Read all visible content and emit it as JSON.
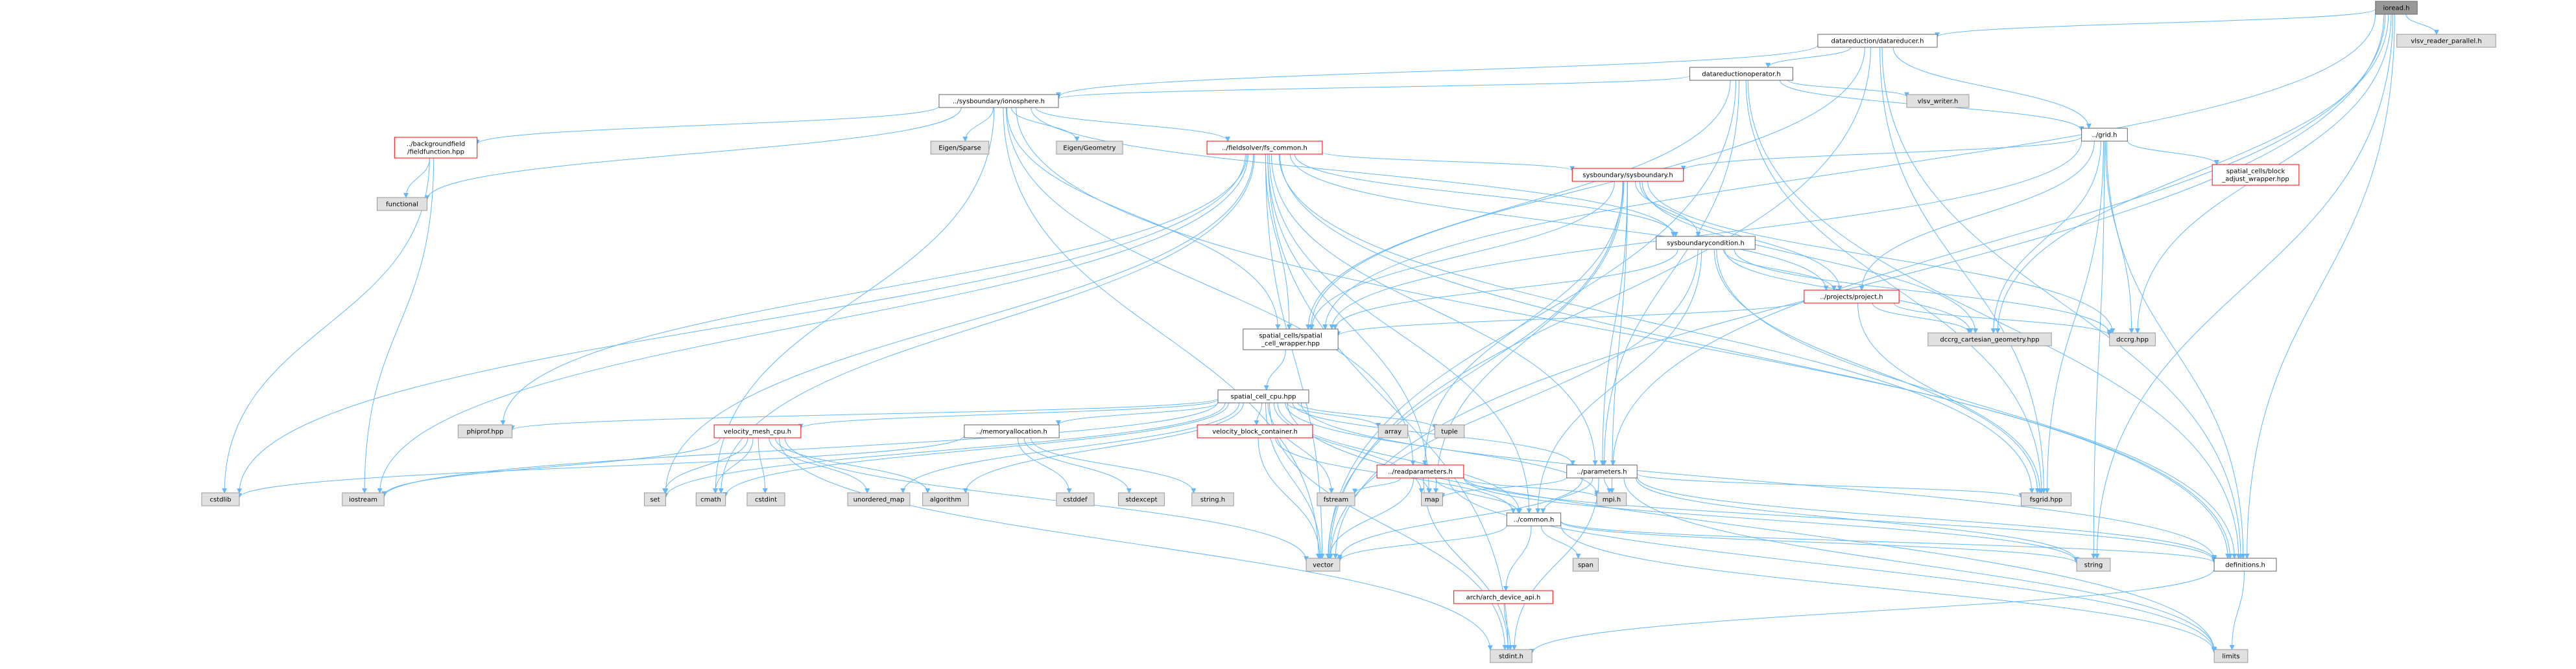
{
  "colors": {
    "root_fill": "#999999",
    "root_border": "#666666",
    "documented_fill": "#ffffff",
    "documented_border": "#666666",
    "external_fill": "#e0e0e0",
    "external_border": "#999999",
    "truncated_border": "#ff0000",
    "edge": "#63b8ff"
  },
  "nodes": [
    {
      "id": "ioread",
      "lines": [
        "ioread.h"
      ],
      "kind": "root"
    },
    {
      "id": "datareducer",
      "lines": [
        "datareduction/datareducer.h"
      ],
      "kind": "doc"
    },
    {
      "id": "vlsv_reader_parallel",
      "lines": [
        "vlsv_reader_parallel.h"
      ],
      "kind": "ext"
    },
    {
      "id": "datareductionoperator",
      "lines": [
        "datareductionoperator.h"
      ],
      "kind": "doc"
    },
    {
      "id": "ionosphere",
      "lines": [
        "../sysboundary/ionosphere.h"
      ],
      "kind": "doc"
    },
    {
      "id": "vlsv_writer",
      "lines": [
        "vlsv_writer.h"
      ],
      "kind": "ext"
    },
    {
      "id": "grid",
      "lines": [
        "../grid.h"
      ],
      "kind": "doc"
    },
    {
      "id": "backgroundfield",
      "lines": [
        "../backgroundfield",
        "/fieldfunction.hpp"
      ],
      "kind": "trunc"
    },
    {
      "id": "eigen_sparse",
      "lines": [
        "Eigen/Sparse"
      ],
      "kind": "ext"
    },
    {
      "id": "eigen_geometry",
      "lines": [
        "Eigen/Geometry"
      ],
      "kind": "ext"
    },
    {
      "id": "fs_common",
      "lines": [
        "../fieldsolver/fs_common.h"
      ],
      "kind": "trunc"
    },
    {
      "id": "functional",
      "lines": [
        "functional"
      ],
      "kind": "ext"
    },
    {
      "id": "block_adjust",
      "lines": [
        "spatial_cells/block",
        "_adjust_wrapper.hpp"
      ],
      "kind": "trunc"
    },
    {
      "id": "sysboundary",
      "lines": [
        "sysboundary/sysboundary.h"
      ],
      "kind": "trunc"
    },
    {
      "id": "sysboundarycondition",
      "lines": [
        "sysboundarycondition.h"
      ],
      "kind": "doc"
    },
    {
      "id": "project",
      "lines": [
        "../projects/project.h"
      ],
      "kind": "trunc"
    },
    {
      "id": "cell_wrapper",
      "lines": [
        "spatial_cells/spatial",
        "_cell_wrapper.hpp"
      ],
      "kind": "doc"
    },
    {
      "id": "cartesian",
      "lines": [
        "dccrg_cartesian_geometry.hpp"
      ],
      "kind": "ext"
    },
    {
      "id": "dccrg",
      "lines": [
        "dccrg.hpp"
      ],
      "kind": "ext"
    },
    {
      "id": "cell_cpu",
      "lines": [
        "spatial_cell_cpu.hpp"
      ],
      "kind": "doc"
    },
    {
      "id": "phiprof",
      "lines": [
        "phiprof.hpp"
      ],
      "kind": "ext"
    },
    {
      "id": "velocity_mesh",
      "lines": [
        "velocity_mesh_cpu.h"
      ],
      "kind": "trunc"
    },
    {
      "id": "memoryallocation",
      "lines": [
        "../memoryallocation.h"
      ],
      "kind": "doc"
    },
    {
      "id": "velocity_block",
      "lines": [
        "velocity_block_container.h"
      ],
      "kind": "trunc"
    },
    {
      "id": "array",
      "lines": [
        "array"
      ],
      "kind": "ext"
    },
    {
      "id": "tuple",
      "lines": [
        "tuple"
      ],
      "kind": "ext"
    },
    {
      "id": "readparameters",
      "lines": [
        "../readparameters.h"
      ],
      "kind": "trunc"
    },
    {
      "id": "parameters",
      "lines": [
        "../parameters.h"
      ],
      "kind": "doc"
    },
    {
      "id": "cstdlib",
      "lines": [
        "cstdlib"
      ],
      "kind": "ext"
    },
    {
      "id": "iostream",
      "lines": [
        "iostream"
      ],
      "kind": "ext"
    },
    {
      "id": "set",
      "lines": [
        "set"
      ],
      "kind": "ext"
    },
    {
      "id": "cmath",
      "lines": [
        "cmath"
      ],
      "kind": "ext"
    },
    {
      "id": "cstdint",
      "lines": [
        "cstdint"
      ],
      "kind": "ext"
    },
    {
      "id": "unordered_map",
      "lines": [
        "unordered_map"
      ],
      "kind": "ext"
    },
    {
      "id": "algorithm",
      "lines": [
        "algorithm"
      ],
      "kind": "ext"
    },
    {
      "id": "cstddef",
      "lines": [
        "cstddef"
      ],
      "kind": "ext"
    },
    {
      "id": "stdexcept",
      "lines": [
        "stdexcept"
      ],
      "kind": "ext"
    },
    {
      "id": "string_h",
      "lines": [
        "string.h"
      ],
      "kind": "ext"
    },
    {
      "id": "map",
      "lines": [
        "map"
      ],
      "kind": "ext"
    },
    {
      "id": "fstream",
      "lines": [
        "fstream"
      ],
      "kind": "ext"
    },
    {
      "id": "common",
      "lines": [
        "../common.h"
      ],
      "kind": "doc"
    },
    {
      "id": "mpi",
      "lines": [
        "mpi.h"
      ],
      "kind": "ext"
    },
    {
      "id": "fsgrid",
      "lines": [
        "fsgrid.hpp"
      ],
      "kind": "ext"
    },
    {
      "id": "vector",
      "lines": [
        "vector"
      ],
      "kind": "ext"
    },
    {
      "id": "span",
      "lines": [
        "span"
      ],
      "kind": "ext"
    },
    {
      "id": "string",
      "lines": [
        "string"
      ],
      "kind": "ext"
    },
    {
      "id": "definitions",
      "lines": [
        "definitions.h"
      ],
      "kind": "doc"
    },
    {
      "id": "arch_device_api",
      "lines": [
        "arch/arch_device_api.h"
      ],
      "kind": "trunc"
    },
    {
      "id": "stdint",
      "lines": [
        "stdint.h"
      ],
      "kind": "ext"
    },
    {
      "id": "limits",
      "lines": [
        "limits"
      ],
      "kind": "ext"
    }
  ],
  "edges": [
    [
      "ioread",
      "datareducer"
    ],
    [
      "ioread",
      "vlsv_reader_parallel"
    ],
    [
      "ioread",
      "cartesian"
    ],
    [
      "ioread",
      "dccrg"
    ],
    [
      "ioread",
      "cell_wrapper"
    ],
    [
      "ioread",
      "parameters"
    ],
    [
      "ioread",
      "definitions"
    ],
    [
      "ioread",
      "string"
    ],
    [
      "ioread",
      "vector"
    ],
    [
      "datareducer",
      "datareductionoperator"
    ],
    [
      "datareducer",
      "ionosphere"
    ],
    [
      "datareducer",
      "grid"
    ],
    [
      "datareducer",
      "cell_wrapper"
    ],
    [
      "datareducer",
      "fsgrid"
    ],
    [
      "datareducer",
      "definitions"
    ],
    [
      "datareducer",
      "vector"
    ],
    [
      "datareductionoperator",
      "ionosphere"
    ],
    [
      "datareductionoperator",
      "vlsv_writer"
    ],
    [
      "datareductionoperator",
      "grid"
    ],
    [
      "datareductionoperator",
      "cell_wrapper"
    ],
    [
      "datareductionoperator",
      "parameters"
    ],
    [
      "datareductionoperator",
      "fsgrid"
    ],
    [
      "datareductionoperator",
      "definitions"
    ],
    [
      "datareductionoperator",
      "vector"
    ],
    [
      "ionosphere",
      "backgroundfield"
    ],
    [
      "ionosphere",
      "eigen_sparse"
    ],
    [
      "ionosphere",
      "eigen_geometry"
    ],
    [
      "ionosphere",
      "fs_common"
    ],
    [
      "ionosphere",
      "functional"
    ],
    [
      "ionosphere",
      "sysboundarycondition"
    ],
    [
      "ionosphere",
      "cell_wrapper"
    ],
    [
      "ionosphere",
      "readparameters"
    ],
    [
      "ionosphere",
      "definitions"
    ],
    [
      "ionosphere",
      "vector"
    ],
    [
      "ionosphere",
      "cmath"
    ],
    [
      "backgroundfield",
      "functional"
    ],
    [
      "backgroundfield",
      "cstdlib"
    ],
    [
      "backgroundfield",
      "iostream"
    ],
    [
      "grid",
      "block_adjust"
    ],
    [
      "grid",
      "sysboundary"
    ],
    [
      "grid",
      "project"
    ],
    [
      "grid",
      "cell_wrapper"
    ],
    [
      "grid",
      "cartesian"
    ],
    [
      "grid",
      "dccrg"
    ],
    [
      "grid",
      "fsgrid"
    ],
    [
      "grid",
      "definitions"
    ],
    [
      "grid",
      "string"
    ],
    [
      "fs_common",
      "sysboundary"
    ],
    [
      "fs_common",
      "sysboundarycondition"
    ],
    [
      "fs_common",
      "project"
    ],
    [
      "fs_common",
      "cell_wrapper"
    ],
    [
      "fs_common",
      "common"
    ],
    [
      "fs_common",
      "parameters"
    ],
    [
      "fs_common",
      "phiprof"
    ],
    [
      "fs_common",
      "fsgrid"
    ],
    [
      "fs_common",
      "definitions"
    ],
    [
      "fs_common",
      "cstdlib"
    ],
    [
      "fs_common",
      "iostream"
    ],
    [
      "fs_common",
      "set"
    ],
    [
      "fs_common",
      "cmath"
    ],
    [
      "fs_common",
      "vector"
    ],
    [
      "fs_common",
      "stdint"
    ],
    [
      "fs_common",
      "map"
    ],
    [
      "sysboundary",
      "sysboundarycondition"
    ],
    [
      "sysboundary",
      "project"
    ],
    [
      "sysboundary",
      "cell_wrapper"
    ],
    [
      "sysboundary",
      "readparameters"
    ],
    [
      "sysboundary",
      "parameters"
    ],
    [
      "sysboundary",
      "cartesian"
    ],
    [
      "sysboundary",
      "dccrg"
    ],
    [
      "sysboundary",
      "map"
    ],
    [
      "sysboundary",
      "vector"
    ],
    [
      "sysboundary",
      "mpi"
    ],
    [
      "sysboundarycondition",
      "project"
    ],
    [
      "sysboundarycondition",
      "cell_wrapper"
    ],
    [
      "sysboundarycondition",
      "cartesian"
    ],
    [
      "sysboundarycondition",
      "dccrg"
    ],
    [
      "sysboundarycondition",
      "fsgrid"
    ],
    [
      "sysboundarycondition",
      "definitions"
    ],
    [
      "sysboundarycondition",
      "common"
    ],
    [
      "sysboundarycondition",
      "vector"
    ],
    [
      "project",
      "cell_wrapper"
    ],
    [
      "project",
      "cartesian"
    ],
    [
      "project",
      "dccrg"
    ],
    [
      "project",
      "fsgrid"
    ],
    [
      "cell_wrapper",
      "cell_cpu"
    ],
    [
      "cell_cpu",
      "phiprof"
    ],
    [
      "cell_cpu",
      "velocity_mesh"
    ],
    [
      "cell_cpu",
      "memoryallocation"
    ],
    [
      "cell_cpu",
      "velocity_block"
    ],
    [
      "cell_cpu",
      "array"
    ],
    [
      "cell_cpu",
      "tuple"
    ],
    [
      "cell_cpu",
      "parameters"
    ],
    [
      "cell_cpu",
      "common"
    ],
    [
      "cell_cpu",
      "definitions"
    ],
    [
      "cell_cpu",
      "iostream"
    ],
    [
      "cell_cpu",
      "set"
    ],
    [
      "cell_cpu",
      "cmath"
    ],
    [
      "cell_cpu",
      "unordered_map"
    ],
    [
      "cell_cpu",
      "algorithm"
    ],
    [
      "cell_cpu",
      "map"
    ],
    [
      "cell_cpu",
      "fstream"
    ],
    [
      "cell_cpu",
      "mpi"
    ],
    [
      "cell_cpu",
      "vector"
    ],
    [
      "cell_cpu",
      "limits"
    ],
    [
      "cell_cpu",
      "stdint"
    ],
    [
      "velocity_mesh",
      "iostream"
    ],
    [
      "velocity_mesh",
      "cmath"
    ],
    [
      "velocity_mesh",
      "set"
    ],
    [
      "velocity_mesh",
      "cstdint"
    ],
    [
      "velocity_mesh",
      "algorithm"
    ],
    [
      "velocity_mesh",
      "unordered_map"
    ],
    [
      "velocity_mesh",
      "vector"
    ],
    [
      "velocity_mesh",
      "stdint"
    ],
    [
      "memoryallocation",
      "cstdlib"
    ],
    [
      "memoryallocation",
      "cstddef"
    ],
    [
      "memoryallocation",
      "stdexcept"
    ],
    [
      "memoryallocation",
      "string_h"
    ],
    [
      "velocity_block",
      "common"
    ],
    [
      "velocity_block",
      "vector"
    ],
    [
      "readparameters",
      "common"
    ],
    [
      "readparameters",
      "map"
    ],
    [
      "readparameters",
      "fstream"
    ],
    [
      "readparameters",
      "mpi"
    ],
    [
      "readparameters",
      "definitions"
    ],
    [
      "readparameters",
      "string"
    ],
    [
      "readparameters",
      "vector"
    ],
    [
      "readparameters",
      "stdint"
    ],
    [
      "readparameters",
      "limits"
    ],
    [
      "parameters",
      "common"
    ],
    [
      "parameters",
      "definitions"
    ],
    [
      "parameters",
      "mpi"
    ],
    [
      "parameters",
      "map"
    ],
    [
      "parameters",
      "fsgrid"
    ],
    [
      "parameters",
      "string"
    ],
    [
      "parameters",
      "vector"
    ],
    [
      "parameters",
      "limits"
    ],
    [
      "parameters",
      "stdint"
    ],
    [
      "common",
      "arch_device_api"
    ],
    [
      "common",
      "definitions"
    ],
    [
      "common",
      "span"
    ],
    [
      "common",
      "vector"
    ],
    [
      "common",
      "string"
    ],
    [
      "common",
      "limits"
    ],
    [
      "arch_device_api",
      "stdint"
    ],
    [
      "definitions",
      "stdint"
    ],
    [
      "definitions",
      "limits"
    ]
  ]
}
